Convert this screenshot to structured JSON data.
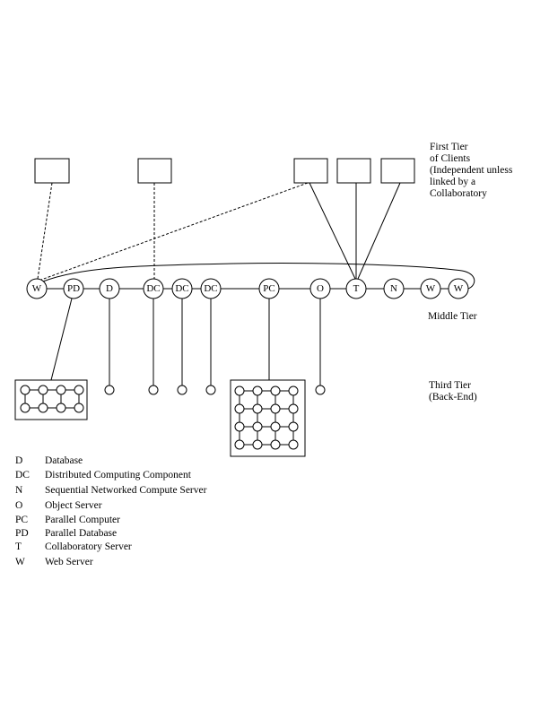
{
  "tiers": {
    "first_tier": [
      "First Tier",
      "of Clients",
      "(Independent unless",
      "linked by a",
      "Collaboratory"
    ],
    "middle_tier": "Middle Tier",
    "third_tier": [
      "Third Tier",
      "(Back-End)"
    ]
  },
  "middle_tier_nodes": [
    {
      "id": "w1",
      "label": "W"
    },
    {
      "id": "pd",
      "label": "PD"
    },
    {
      "id": "d",
      "label": "D"
    },
    {
      "id": "dc1",
      "label": "DC"
    },
    {
      "id": "dc2",
      "label": "DC"
    },
    {
      "id": "dc3",
      "label": "DC"
    },
    {
      "id": "pc",
      "label": "PC"
    },
    {
      "id": "o",
      "label": "O"
    },
    {
      "id": "t",
      "label": "T"
    },
    {
      "id": "n",
      "label": "N"
    },
    {
      "id": "w2",
      "label": "W"
    },
    {
      "id": "w3",
      "label": "W"
    }
  ],
  "client_links": [
    {
      "client": 1,
      "node": "w1",
      "style": "dashed"
    },
    {
      "client": 2,
      "node": "dc1",
      "style": "dashed"
    },
    {
      "client": 3,
      "node": "w1",
      "style": "dashed"
    },
    {
      "client": 3,
      "node": "t",
      "style": "solid"
    },
    {
      "client": 4,
      "node": "t",
      "style": "solid"
    },
    {
      "client": 5,
      "node": "t",
      "style": "solid"
    }
  ],
  "backend_links": [
    {
      "node": "pd",
      "target": "grid-2x4"
    },
    {
      "node": "d",
      "target": "single"
    },
    {
      "node": "dc1",
      "target": "single"
    },
    {
      "node": "dc2",
      "target": "single"
    },
    {
      "node": "dc3",
      "target": "single"
    },
    {
      "node": "pc",
      "target": "grid-4x4"
    },
    {
      "node": "o",
      "target": "single"
    }
  ],
  "legend": [
    {
      "abbr": "D",
      "desc": "Database"
    },
    {
      "abbr": "DC",
      "desc": "Distributed Computing Component"
    },
    {
      "abbr": "N",
      "desc": "Sequential Networked Compute Server"
    },
    {
      "abbr": "O",
      "desc": "Object Server"
    },
    {
      "abbr": "PC",
      "desc": "Parallel Computer"
    },
    {
      "abbr": "PD",
      "desc": "Parallel Database"
    },
    {
      "abbr": "T",
      "desc": "Collaboratory Server"
    },
    {
      "abbr": "W",
      "desc": "Web Server"
    }
  ]
}
